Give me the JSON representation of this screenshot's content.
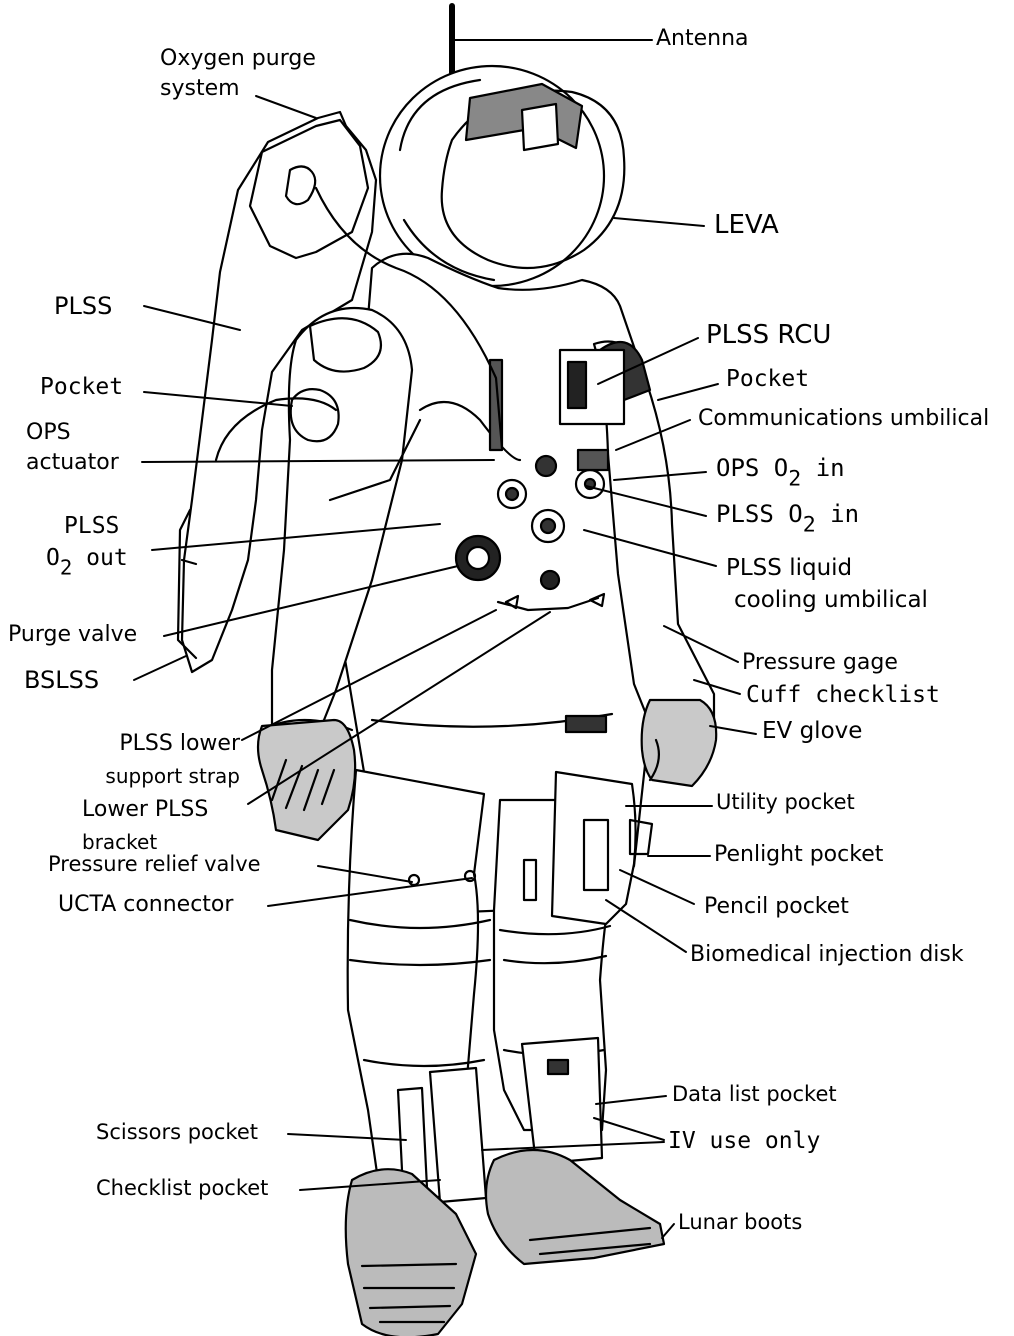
{
  "labels": {
    "antenna": "Antenna",
    "oxygen_purge_system": [
      "Oxygen purge",
      "system"
    ],
    "leva": "LEVA",
    "plss": "PLSS",
    "plss_rcu": "PLSS RCU",
    "pocket_left": "Pocket",
    "pocket_right": "Pocket",
    "communications_umbilical": "Communications umbilical",
    "ops_actuator": [
      "OPS",
      "actuator"
    ],
    "ops_o2_in": {
      "pre": "OPS O",
      "sub": "2",
      "post": " in"
    },
    "plss_o2_out": {
      "line1": "PLSS",
      "pre": "O",
      "sub": "2",
      "post": " out"
    },
    "plss_o2_in": {
      "pre": "PLSS O",
      "sub": "2",
      "post": " in"
    },
    "plss_liquid_cooling_umbilical": [
      "PLSS liquid",
      "cooling umbilical"
    ],
    "purge_valve": "Purge valve",
    "bslss": "BSLSS",
    "pressure_gage": "Pressure gage",
    "cuff_checklist": "Cuff checklist",
    "plss_lower_support_strap": [
      "PLSS lower",
      "support strap"
    ],
    "ev_glove": "EV glove",
    "lower_plss_bracket": [
      "Lower PLSS",
      "bracket"
    ],
    "utility_pocket": "Utility pocket",
    "penlight_pocket": "Penlight pocket",
    "pressure_relief_valve": "Pressure relief valve",
    "ucta_connector": "UCTA connector",
    "pencil_pocket": "Pencil pocket",
    "biomedical_injection_disk": "Biomedical injection disk",
    "data_list_pocket": "Data list pocket",
    "scissors_pocket": "Scissors pocket",
    "iv_use_only": "IV use only",
    "checklist_pocket": "Checklist pocket",
    "lunar_boots": "Lunar boots"
  }
}
